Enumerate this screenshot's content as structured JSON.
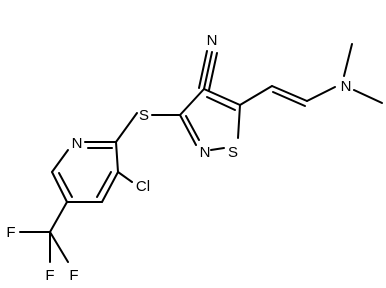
{
  "molecule": {
    "atoms": {
      "nitrile_n": "N",
      "thioether_s": "S",
      "pyridine_n": "N",
      "isothiazole_n": "N",
      "isothiazole_s": "S",
      "chloro": "Cl",
      "amine_n": "N",
      "fluorine_left": "F",
      "fluorine_bottom": "F",
      "fluorine_right": "F"
    }
  }
}
